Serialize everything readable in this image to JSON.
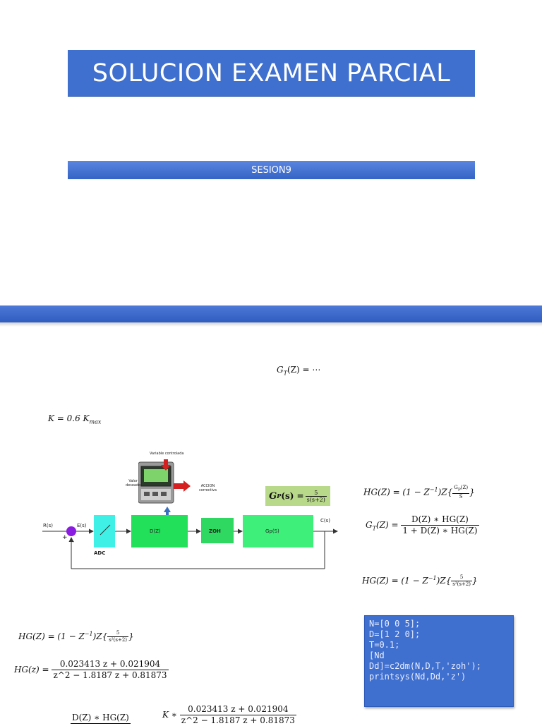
{
  "title": "SOLUCION EXAMEN PARCIAL",
  "subtitle": "SESION9",
  "equations": {
    "gt_top": {
      "lhs": "G",
      "sub": "T",
      "rest": "(Z) = ⋯"
    },
    "k_gain": {
      "lhs": "K = 0.6 K",
      "sub": "max"
    },
    "gp_box": {
      "lhs": "G",
      "sub": "P",
      "arg": "(s) =",
      "num": "5",
      "den": "s(s+2)"
    },
    "hg_def": {
      "lhs": "HG(Z) = (1 − Z",
      "exp": "−1",
      "mid": ")Z{",
      "num": "G",
      "num_sub": "P",
      "num_arg": "(Z)",
      "den": "S",
      "close": "}"
    },
    "gt_def": {
      "lhs": "G",
      "sub": "T",
      "arg": "(Z) =",
      "num": "D(Z) ∗ HG(Z)",
      "den": "1 + D(Z) ∗ HG(Z)"
    },
    "hg_sub_right": {
      "lhs": "HG(Z) = (1 − Z",
      "exp": "−1",
      "mid": ")Z{",
      "num": "5",
      "den": "s²(s+2)",
      "close": "}"
    },
    "hg_sub_left": {
      "lhs": "HG(Z) = (1 − Z",
      "exp": "−1",
      "mid": ")Z{",
      "num": "5",
      "den": "s²(s+2)",
      "close": "}"
    },
    "hg_result": {
      "lhs": "HG(z) =",
      "num": "0.023413 z  +  0.021904",
      "den": "z^2  −  1.8187 z  +  0.81873"
    },
    "dz_bottom": {
      "num": "D(Z) ∗ HG(Z)"
    },
    "k_bottom": {
      "lhs": "K ∗",
      "num": "0.023413 z  +  0.021904",
      "den": "z^2  −  1.8187 z  +  0.81873"
    }
  },
  "diagram": {
    "r_label": "R(s)",
    "e_label": "E(s)",
    "plus": "+",
    "minus": "-",
    "adc": "ADC",
    "dz": "D(Z)",
    "zoh": "ZOH",
    "gp": "Gp(S)",
    "c_label": "C(s)",
    "photo_labels": {
      "top": "Variable controlada",
      "left_1": "Valor",
      "left_2": "deseado",
      "right_1": "ACCION",
      "right_2": "correctiva"
    },
    "colors": {
      "green": "#22e05a",
      "zoh_green": "#2fd860",
      "gp_green": "#3ef07a",
      "adc_cyan": "#3ff0e6",
      "sum_purple": "#8a1be0"
    }
  },
  "code": "N=[0 0 5];\nD=[1 2 0];\nT=0.1;\n[Nd\nDd]=c2dm(N,D,T,'zoh');\nprintsys(Nd,Dd,'z')"
}
